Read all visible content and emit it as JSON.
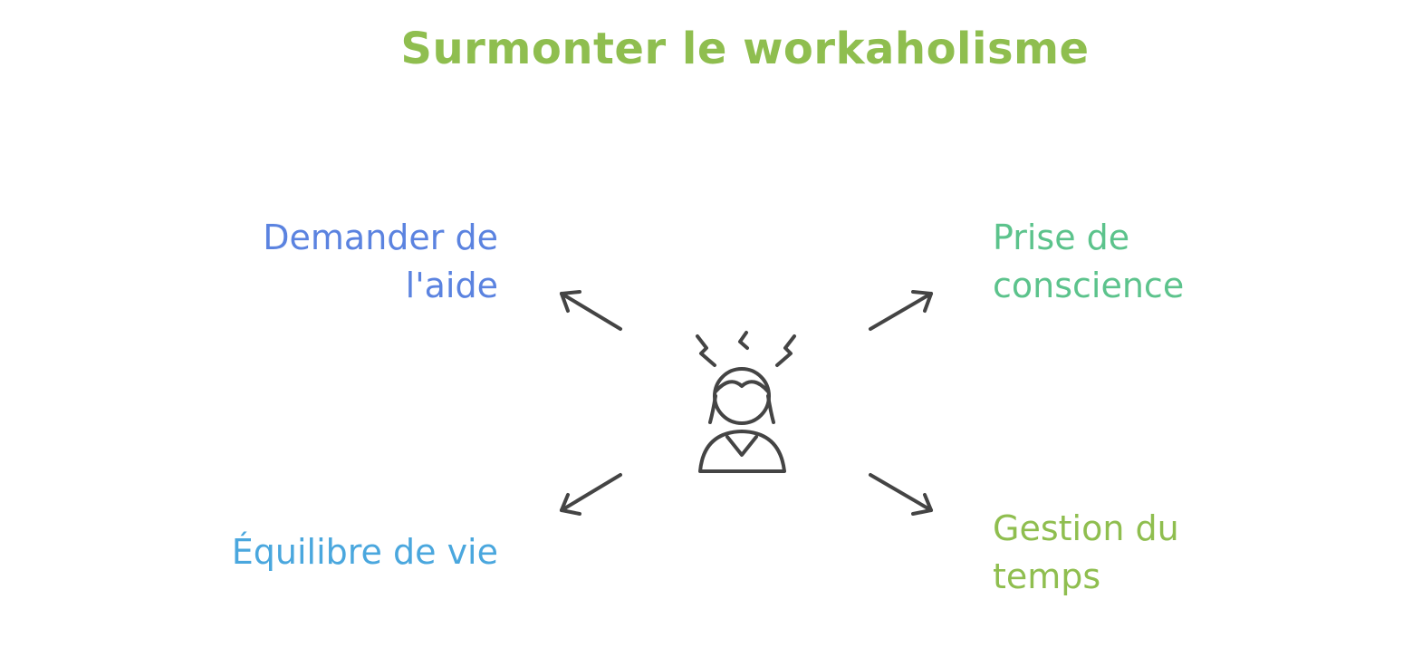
{
  "title": "Surmonter le workaholisme",
  "colors": {
    "title": "#8fbe4f",
    "top_left": "#5b83e0",
    "top_right": "#5cc38c",
    "bottom_left": "#4aa7de",
    "bottom_right": "#8fbe4f",
    "ink": "#444444"
  },
  "labels": {
    "top_left": {
      "line1": "Demander de",
      "line2": "l'aide"
    },
    "top_right": {
      "line1": "Prise de",
      "line2": "conscience"
    },
    "bottom_left": {
      "line1": "Équilibre de vie"
    },
    "bottom_right": {
      "line1": "Gestion du",
      "line2": "temps"
    }
  },
  "center_icon": "stressed-person-icon"
}
